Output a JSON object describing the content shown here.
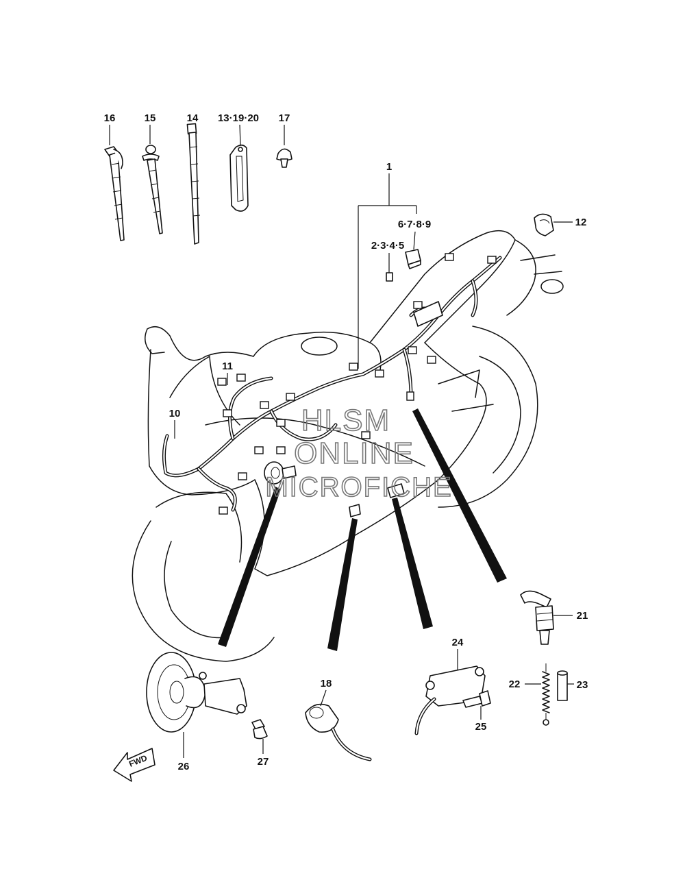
{
  "callouts": {
    "c1": "1",
    "c2345": "2·3·4·5",
    "c6789": "6·7·8·9",
    "c10": "10",
    "c11": "11",
    "c12": "12",
    "c131920": "13·19·20",
    "c14": "14",
    "c15": "15",
    "c16": "16",
    "c17": "17",
    "c18": "18",
    "c21": "21",
    "c22": "22",
    "c23": "23",
    "c24": "24",
    "c25": "25",
    "c26": "26",
    "c27": "27"
  },
  "forward_arrow_label": "FWD",
  "watermark": {
    "line1": "HLSM",
    "line2": "ONLINE",
    "line3": "MICROFICHE"
  }
}
